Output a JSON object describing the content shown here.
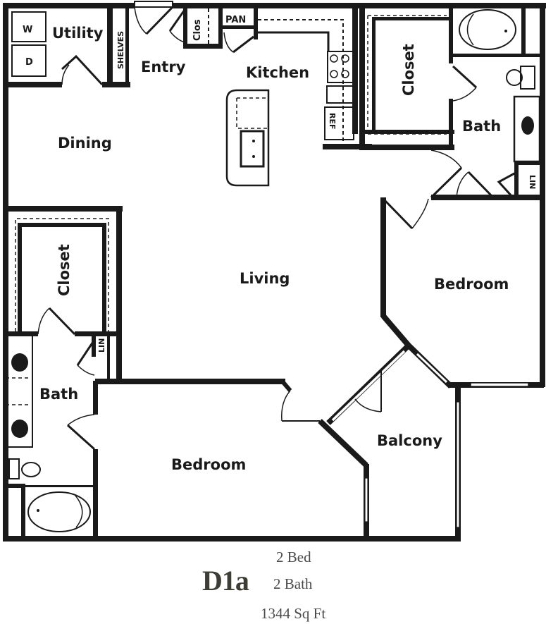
{
  "plan": {
    "code": "D1a",
    "beds": "2 Bed",
    "baths": "2 Bath",
    "area": "1344 Sq Ft"
  },
  "rooms": {
    "utility": "Utility",
    "washer": "W",
    "dryer": "D",
    "shelves": "SHELVES",
    "entry": "Entry",
    "closet_small": "Clos",
    "pantry": "PAN",
    "kitchen": "Kitchen",
    "refrigerator": "REF",
    "dining": "Dining",
    "living": "Living",
    "closet_master": "Closet",
    "bath_master": "Bath",
    "linen_master": "LIN",
    "bedroom_master": "Bedroom",
    "closet_second": "Closet",
    "bath_second": "Bath",
    "linen_second": "LIN",
    "bedroom_second": "Bedroom",
    "balcony": "Balcony"
  },
  "colors": {
    "wall": "#1a1a1a",
    "caption": "#4a4a4a",
    "plan_code": "#3d3d35",
    "background": "#ffffff"
  }
}
